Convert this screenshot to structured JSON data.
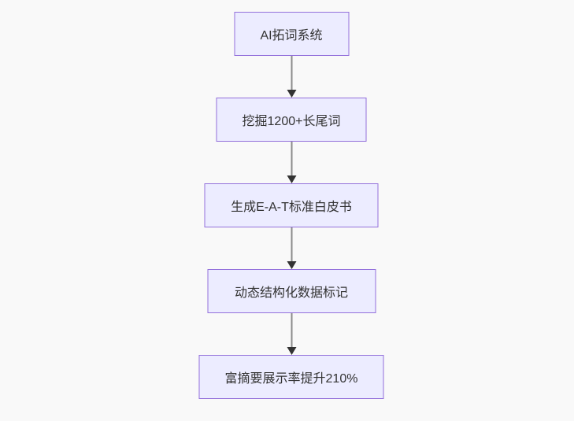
{
  "diagram": {
    "type": "flowchart",
    "direction": "top-down",
    "nodes": [
      {
        "label": "AI拓词系统"
      },
      {
        "label": "挖掘1200+长尾词"
      },
      {
        "label": "生成E-A-T标准白皮书"
      },
      {
        "label": "动态结构化数据标记"
      },
      {
        "label": "富摘要展示率提升210%"
      }
    ],
    "edges": [
      {
        "from": 0,
        "to": 1
      },
      {
        "from": 1,
        "to": 2
      },
      {
        "from": 2,
        "to": 3
      },
      {
        "from": 3,
        "to": 4
      }
    ],
    "colors": {
      "background": "#f9f9f9",
      "node_fill": "#ececff",
      "node_border": "#9370db",
      "node_text": "#333333",
      "edge_line": "#8c8c8c",
      "arrowhead": "#333333"
    }
  }
}
